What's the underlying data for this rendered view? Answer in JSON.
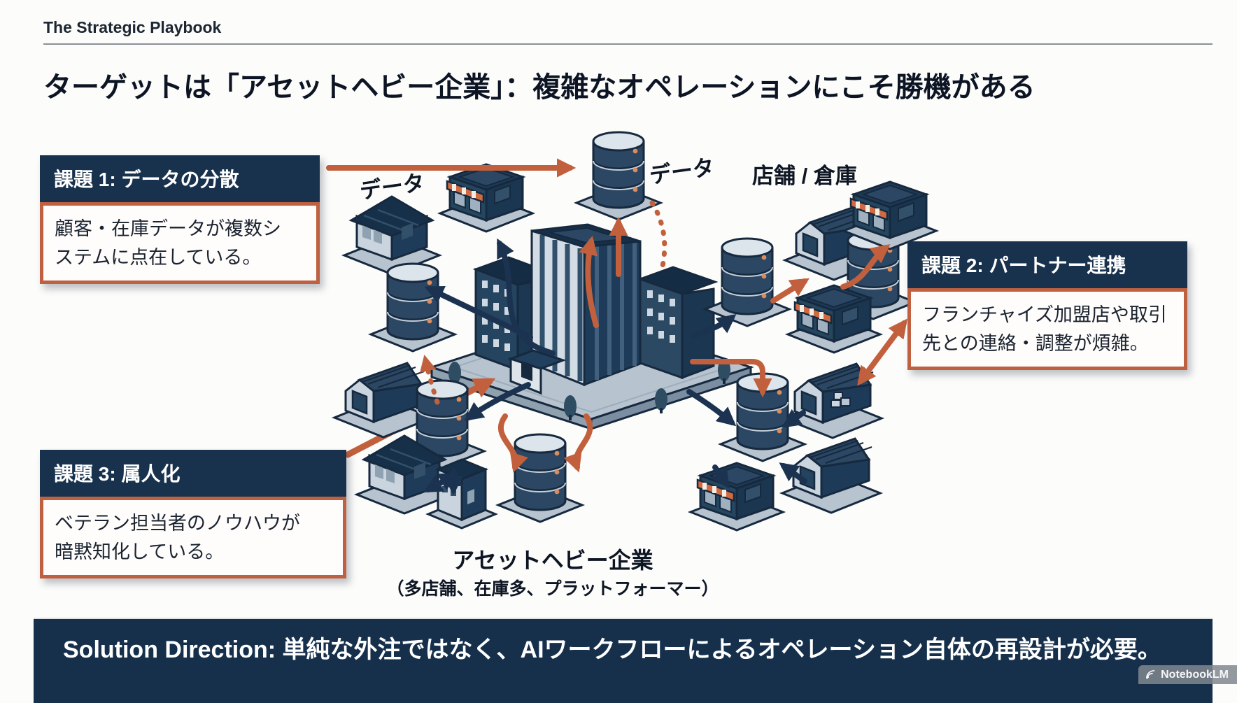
{
  "header": {
    "eyebrow": "The Strategic Playbook"
  },
  "title": "ターゲットは「アセットヘビー企業」：複雑なオペレーションにこそ勝機がある",
  "callouts": [
    {
      "heading": "課題 1: データの分散",
      "body": "顧客・在庫データが複数シ\nステムに点在している。"
    },
    {
      "heading": "課題 2: パートナー連携",
      "body": "フランチャイズ加盟店や取引\n先との連絡・調整が煩雑。"
    },
    {
      "heading": "課題 3: 属人化",
      "body": "ベテラン担当者のノウハウが\n暗黙知化している。"
    }
  ],
  "diagram": {
    "labels": {
      "data_top": "データ",
      "data_left": "データ",
      "stores_warehouses": "店舗 / 倉庫",
      "center_name": "アセットヘビー企業",
      "center_descriptor": "（多店舗、在庫多、プラットフォーマー）"
    }
  },
  "footer": {
    "solution_text": "Solution Direction: 単純な外注ではなく、AIワークフローによるオペレーション自体の再設計が必要。"
  },
  "watermark": {
    "label": "NotebookLM"
  },
  "palette": {
    "navy": "#18324e",
    "orange": "#c2603d",
    "building_light": "#d3dce4",
    "platform_gray": "#b7c3ce",
    "background": "#fcfcfb"
  }
}
